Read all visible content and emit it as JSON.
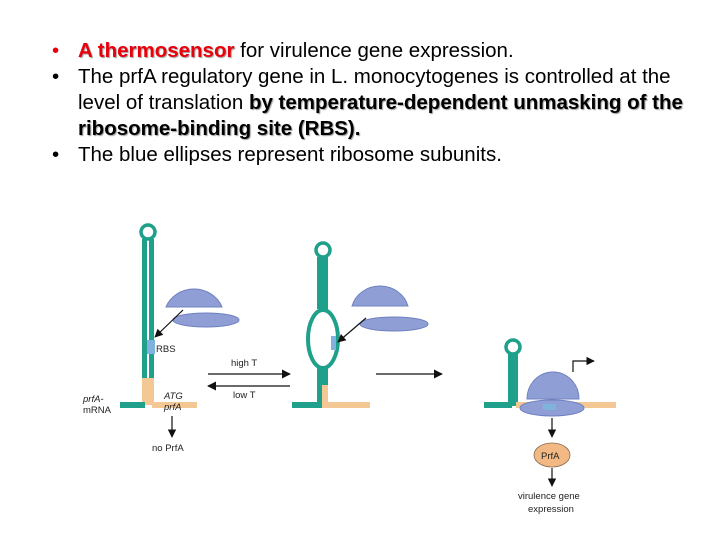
{
  "bullets": [
    {
      "parts": [
        {
          "text": "A thermosensor",
          "style": "red-bold"
        },
        {
          "text": " for virulence gene expression.",
          "style": ""
        }
      ]
    },
    {
      "parts": [
        {
          "text": "The prfA regulatory gene in L. monocytogenes is controlled at the level of translation ",
          "style": ""
        },
        {
          "text": "by temperature-dependent unmasking of the ribosome-binding site (RBS).",
          "style": "bold-shadow"
        }
      ]
    },
    {
      "parts": [
        {
          "text": "The blue ellipses represent ribosome subunits.",
          "style": ""
        }
      ]
    }
  ],
  "diagram": {
    "rbs_label": "RBS",
    "high_t_label": "high T",
    "low_t_label": "low T",
    "atg_label": "ATG",
    "prfa_gene_label": "prfA",
    "mrna_label_line1": "prfA-",
    "mrna_label_line2": "mRNA",
    "no_prfa_label": "no PrfA",
    "prfa_protein_label": "PrfA",
    "virulence_label_line1": "virulence gene",
    "virulence_label_line2": "expression"
  },
  "colors": {
    "stem": "#1fa08a",
    "rbs": "#7fb2dc",
    "mrna_tail": "#f3c894",
    "ribosome": "#8f9fd6",
    "ribosome_edge": "#6f80c0",
    "protein": "#f2b984"
  }
}
